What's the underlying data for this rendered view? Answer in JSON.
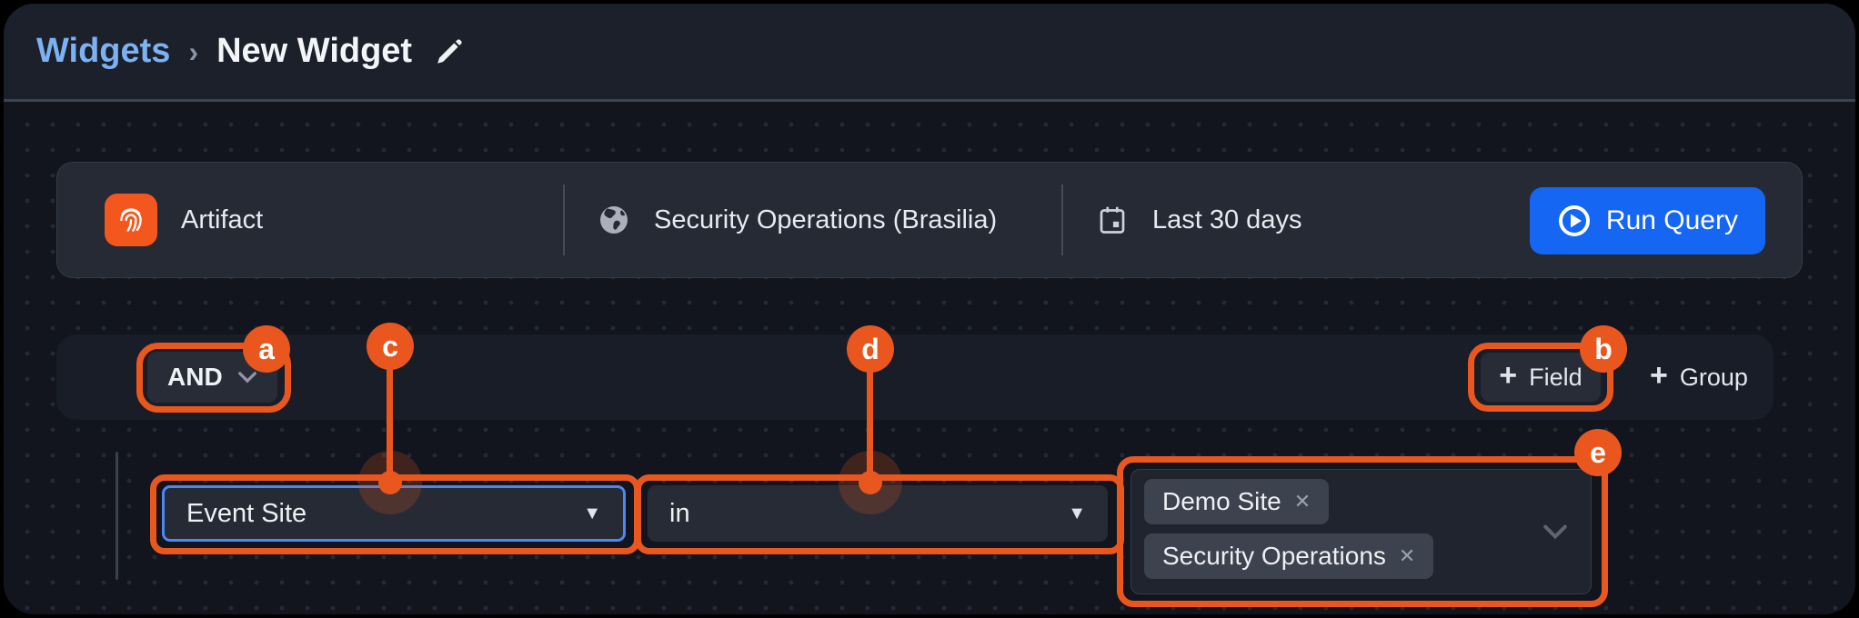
{
  "breadcrumb": {
    "parent": "Widgets",
    "separator": "›",
    "current": "New Widget"
  },
  "toolbar": {
    "source_label": "Artifact",
    "scope_label": "Security Operations (Brasilia)",
    "time_range_label": "Last 30 days",
    "run_query_label": "Run Query"
  },
  "query_builder": {
    "operator_label": "AND",
    "plus_glyph": "+",
    "add_field_label": "Field",
    "add_group_label": "Group",
    "condition": {
      "field_label": "Event Site",
      "operator_label": "in",
      "values": [
        {
          "label": "Demo Site"
        },
        {
          "label": "Security Operations"
        }
      ]
    }
  },
  "annotations": {
    "a": "a",
    "b": "b",
    "c": "c",
    "d": "d",
    "e": "e"
  },
  "icons": {
    "caret_down": "▼",
    "close": "✕"
  },
  "colors": {
    "annotation_orange": "#E9571F",
    "source_icon_orange": "#F4571E",
    "run_query_blue": "#1566F2",
    "focus_border_blue": "#4F87EC",
    "breadcrumb_link_blue": "#7CB1F2",
    "topbar_background": "#1B202B",
    "canvas_background": "#12151D",
    "control_background": "#262B35"
  }
}
